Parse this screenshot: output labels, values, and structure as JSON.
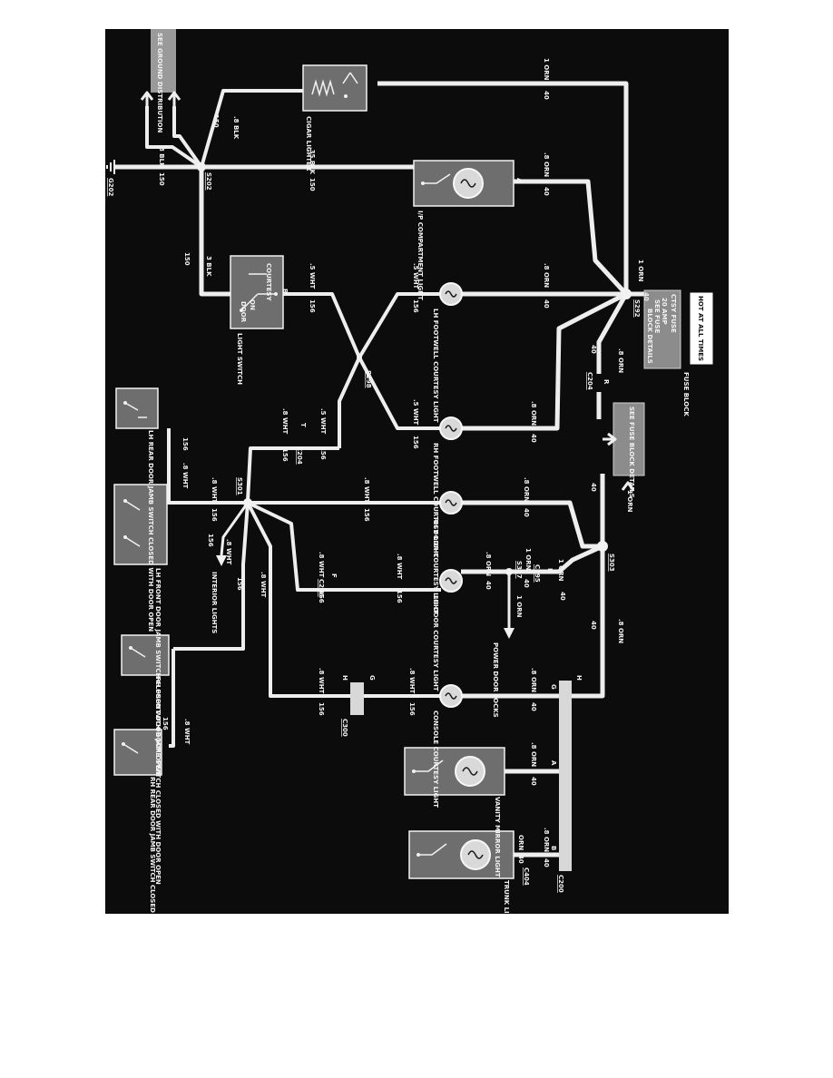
{
  "components": {
    "ground_distribution": "SEE GROUND DISTRIBUTION",
    "cigar_lighter": "CIGAR LIGHTER",
    "ip_compartment_light": "I/P COMPARTMENT LIGHT",
    "light_switch": "LIGHT SWITCH",
    "light_switch_courtesy": "COURTESY",
    "light_switch_on": "ON",
    "light_switch_door": "DOOR",
    "lh_footwell_light": "LH FOOTWELL COURTESY LIGHT",
    "rh_footwell_light": "RH FOOTWELL COURTESY LIGHT",
    "rh_door_light": "RH DOOR COURTESY LIGHT",
    "lh_door_light": "LH DOOR COURTESY LIGHT",
    "console_light": "CONSOLE COURTESY LIGHT",
    "vanity_mirror_light": "VANITY MIRROR LIGHT",
    "trunk_light": "TRUNK LIGHT",
    "lh_rear_switch": "LH REAR DOOR JAMB SWITCH CLOSED WITH DOOR OPEN",
    "lh_front_switch": "LH FRONT DOOR JAMB SWITCH CLOSED WITH DOOR OPEN",
    "rh_front_switch": "RH FRONT DOOR JAMB SWITCH CLOSED WITH DOOR OPEN",
    "rh_rear_switch": "RH REAR DOOR JAMB SWITCH CLOSED WITH DOOR OPEN",
    "interior_lights": "INTERIOR LIGHTS",
    "power_door_locks": "POWER DOOR LOCKS"
  },
  "fuse": {
    "hot_at_all_times": "HOT AT ALL TIMES",
    "fuse_block": "FUSE BLOCK",
    "ctsy_fuse": "CTSY FUSE",
    "amp": "20 AMP",
    "see_fuse": "SEE FUSE",
    "block_details": "BLOCK DETAILS",
    "see_fuse_block_details": "SEE FUSE BLOCK DETAILS"
  },
  "splices": {
    "s202": "S202",
    "s292": "S292",
    "s298": "S298",
    "s301": "S301",
    "s303": "S303",
    "s317": "S317"
  },
  "grounds": {
    "g202": "G202"
  },
  "connectors": {
    "c204a": "C204",
    "c204b": "C204",
    "c295": "C295",
    "c296": "C296",
    "c300": "C300",
    "c200": "C200",
    "c404": "C404"
  },
  "pins": {
    "a": "A",
    "b": "B",
    "e": "E",
    "f": "F",
    "g": "G",
    "h": "H",
    "r": "R",
    "t": "T"
  },
  "wires": {
    "orn_1": "1 ORN",
    "orn_08": ".8 ORN",
    "orn": "ORN",
    "blk_3": "3 BLK",
    "blk_08": ".8 BLK",
    "blk_035": ".35 BLK",
    "wht_05": ".5 WHT",
    "wht_08": ".8 WHT",
    "circ_40": "40",
    "circ_150": "150",
    "circ_156": "156"
  }
}
